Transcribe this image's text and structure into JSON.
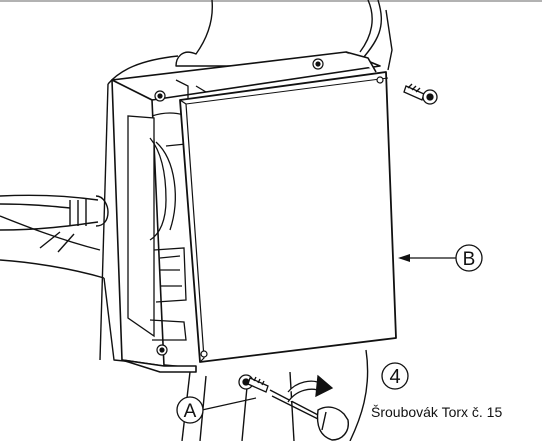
{
  "callouts": {
    "a": "A",
    "b": "B"
  },
  "step_number": "4",
  "tool_caption": "Šroubovák Torx č. 15",
  "colors": {
    "line": "#111111",
    "paper": "#ffffff"
  }
}
